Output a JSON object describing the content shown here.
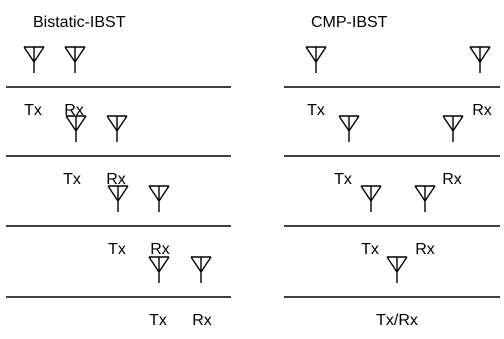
{
  "panels": [
    {
      "title": "Bistatic-IBST",
      "rows": [
        {
          "antenna_labels": [
            "Tx",
            "Rx"
          ]
        },
        {
          "antenna_labels": [
            "Tx",
            "Rx"
          ]
        },
        {
          "antenna_labels": [
            "Tx",
            "Rx"
          ]
        },
        {
          "antenna_labels": [
            "Tx",
            "Rx"
          ]
        }
      ]
    },
    {
      "title": "CMP-IBST",
      "rows": [
        {
          "antenna_labels": [
            "Tx",
            "Rx"
          ]
        },
        {
          "antenna_labels": [
            "Tx",
            "Rx"
          ]
        },
        {
          "antenna_labels": [
            "Tx",
            "Rx"
          ]
        },
        {
          "antenna_labels": [
            "Tx/Rx"
          ]
        }
      ]
    }
  ],
  "colors": {
    "stroke": "#000000",
    "background": "#ffffff"
  },
  "icon": "antenna-icon"
}
